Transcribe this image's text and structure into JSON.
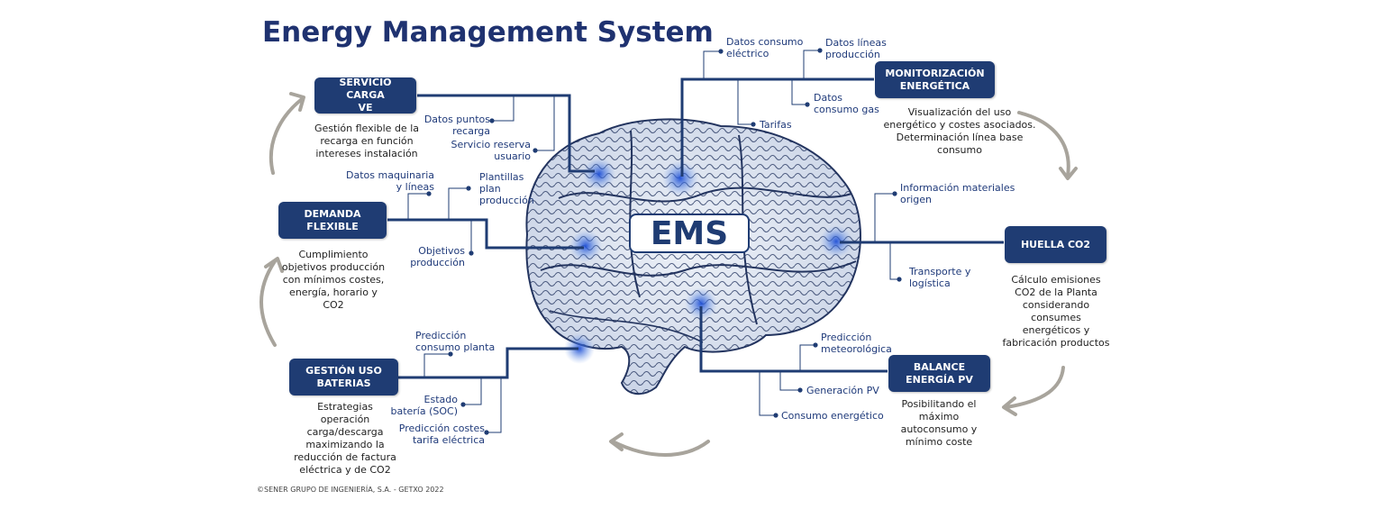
{
  "title": "Energy Management System",
  "center": "EMS",
  "footer": "©SENER GRUPO DE INGENIERÍA, S.A. - GETXO 2022",
  "colors": {
    "box": "#1f3c73",
    "line": "#1f3c73",
    "arrow": "#a8a49c",
    "label": "#1f3a7a"
  },
  "modules": {
    "servicio": {
      "title_l1": "SERVICIO CARGA",
      "title_l2": "VE",
      "desc": [
        "Gestión flexible de la",
        "recarga en función",
        "intereses instalación"
      ]
    },
    "demanda": {
      "title_l1": "DEMANDA",
      "title_l2": "FLEXIBLE",
      "desc": [
        "Cumplimiento",
        "objetivos producción",
        "con mínimos costes,",
        "energía, horario y",
        "CO2"
      ]
    },
    "gestion": {
      "title_l1": "GESTIÓN USO",
      "title_l2": "BATERIAS",
      "desc": [
        "Estrategias",
        "operación",
        "carga/descarga",
        "maximizando la",
        "reducción de factura",
        "eléctrica y de CO2"
      ]
    },
    "monitorizacion": {
      "title_l1": "MONITORIZACIÓN",
      "title_l2": "ENERGÉTICA",
      "desc": [
        "Visualización del uso",
        "energético y costes asociados.",
        "Determinación línea base",
        "consumo"
      ]
    },
    "huella": {
      "title_l1": "HUELLA CO2",
      "desc": [
        "Cálculo emisiones",
        "CO2 de la Planta",
        "considerando",
        "consumes",
        "energéticos y",
        "fabricación productos"
      ]
    },
    "balance": {
      "title_l1": "BALANCE",
      "title_l2": "ENERGÍA PV",
      "desc": [
        "Posibilitando el",
        "máximo",
        "autoconsumo y",
        "mínimo coste"
      ]
    }
  },
  "inputs": {
    "puntos": [
      "Datos puntos",
      "recarga"
    ],
    "reserva": [
      "Servicio reserva",
      "usuario"
    ],
    "maquinaria": [
      "Datos maquinaria",
      "y líneas"
    ],
    "plantillas": [
      "Plantillas",
      "plan",
      "producción"
    ],
    "objetivos": [
      "Objetivos",
      "producción"
    ],
    "pred_consumo": [
      "Predicción",
      "consumo planta"
    ],
    "estado": [
      "Estado",
      "batería (SOC)"
    ],
    "pred_costes": [
      "Predicción costes",
      "tarifa eléctrica"
    ],
    "consumo_elec": [
      "Datos consumo",
      "eléctrico"
    ],
    "lineas_prod": [
      "Datos líneas",
      "producción"
    ],
    "consumo_gas": [
      "Datos",
      "consumo gas"
    ],
    "tarifas": [
      "Tarifas"
    ],
    "materiales": [
      "Información materiales",
      "origen"
    ],
    "transporte": [
      "Transporte y",
      "logística"
    ],
    "pred_meteo": [
      "Predicción",
      "meteorológica"
    ],
    "gen_pv": [
      "Generación PV"
    ],
    "consumo_energ": [
      "Consumo energético"
    ]
  }
}
